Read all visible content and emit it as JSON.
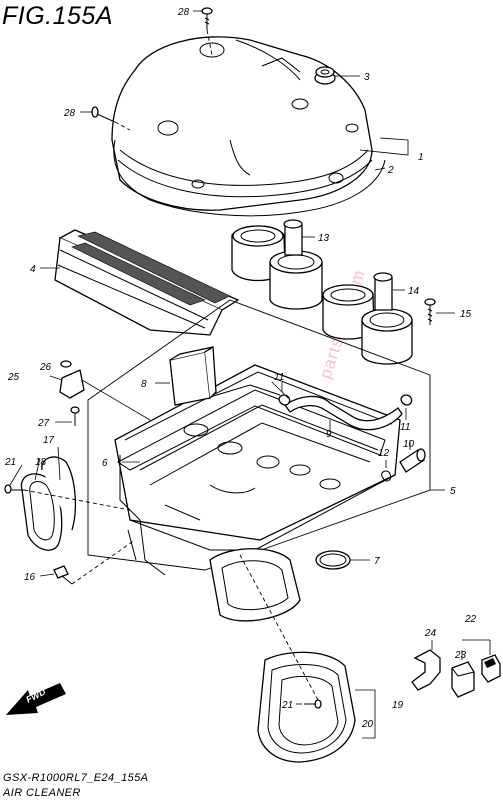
{
  "figure": {
    "title": "FIG.155A",
    "model_code": "GSX-R1000RL7_E24_155A",
    "caption": "AIR CLEANER",
    "watermark": "partsfish.com",
    "fwd_label": "FWD"
  },
  "callouts": [
    "28",
    "3",
    "1",
    "2",
    "28",
    "13",
    "4",
    "14",
    "15",
    "25",
    "26",
    "8",
    "11",
    "9",
    "27",
    "11",
    "17",
    "6",
    "12",
    "10",
    "21",
    "18",
    "5",
    "7",
    "16",
    "22",
    "24",
    "23",
    "21",
    "19",
    "20"
  ]
}
